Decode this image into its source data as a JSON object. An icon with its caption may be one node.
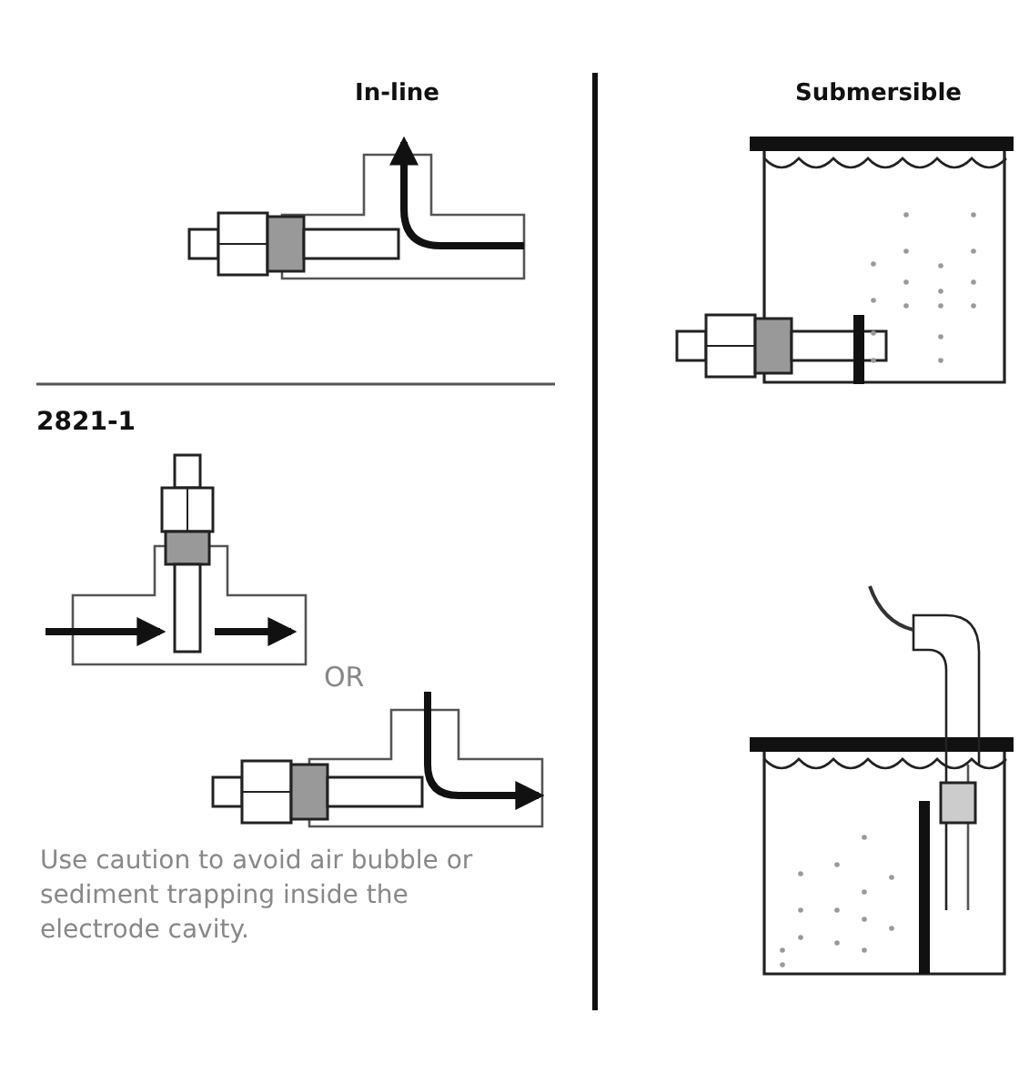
{
  "diagram": {
    "labels": [
      "In-line",
      "Submersible",
      "2821-1",
      "OR",
      "Use caution to avoid air bubble or sediment trapping inside the electrode cavity."
    ]
  }
}
